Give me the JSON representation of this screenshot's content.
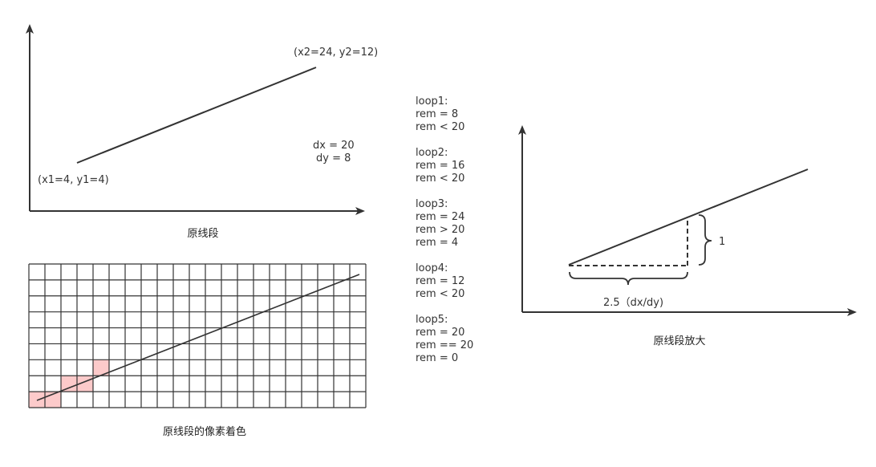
{
  "original": {
    "p1_label": "(x1=4, y1=4)",
    "p2_label": "(x2=24, y2=12)",
    "dx_label": "dx = 20",
    "dy_label": "dy = 8",
    "caption": "原线段"
  },
  "pixels": {
    "caption": "原线段的像素着色",
    "cols": 21,
    "rows": 9,
    "filled": [
      [
        0,
        0
      ],
      [
        1,
        0
      ],
      [
        2,
        1
      ],
      [
        3,
        1
      ],
      [
        4,
        2
      ]
    ],
    "fill_color": "#fccaca"
  },
  "loops": [
    {
      "title": "loop1:",
      "lines": [
        "rem = 8",
        "rem < 20"
      ]
    },
    {
      "title": "loop2:",
      "lines": [
        "rem = 16",
        "rem < 20"
      ]
    },
    {
      "title": "loop3:",
      "lines": [
        "rem = 24",
        "rem > 20",
        "rem = 4"
      ]
    },
    {
      "title": "loop4:",
      "lines": [
        "rem = 12",
        "rem < 20"
      ]
    },
    {
      "title": "loop5:",
      "lines": [
        "rem = 20",
        "rem == 20",
        "rem = 0"
      ]
    }
  ],
  "zoomed": {
    "rise_label": "1",
    "run_label": "2.5（dx/dy)",
    "caption": "原线段放大"
  }
}
